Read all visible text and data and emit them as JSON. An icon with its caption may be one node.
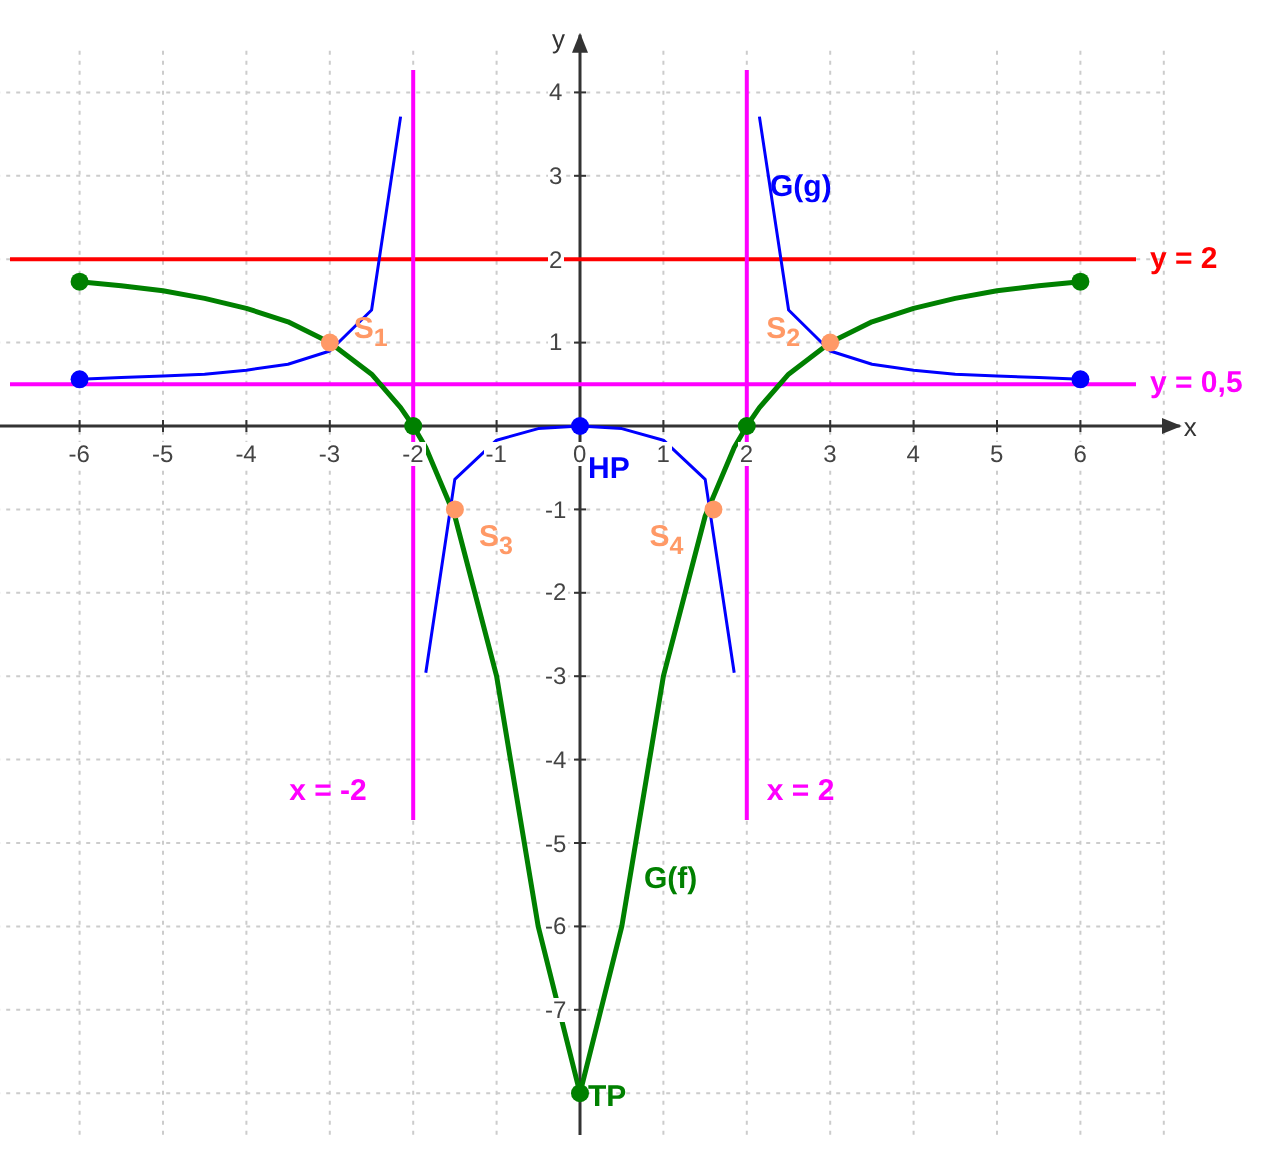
{
  "diagram": {
    "chart_data": {
      "type": "line",
      "xlabel": "x",
      "ylabel": "y",
      "grid": true,
      "x": [
        -6,
        -5.5,
        -5,
        -4.5,
        -4,
        -3.5,
        -3,
        -2.5,
        -2.15,
        -2,
        -1.85,
        -1.5,
        -1,
        -0.5,
        0,
        0.5,
        1,
        1.5,
        1.85,
        2,
        2.15,
        2.5,
        3,
        3.5,
        4,
        4.5,
        5,
        5.5,
        6
      ],
      "series": [
        {
          "name": "G(f)",
          "color": "#008000",
          "values": [
            1.73,
            1.68,
            1.62,
            1.53,
            1.41,
            1.25,
            1,
            0.62,
            0.22,
            0,
            -0.26,
            -1.08,
            -3,
            -6,
            -8,
            -6,
            -3,
            -1.08,
            -0.26,
            0,
            0.22,
            0.62,
            1,
            1.25,
            1.41,
            1.53,
            1.62,
            1.68,
            1.73
          ]
        },
        {
          "name": "G(g)",
          "color": "#0000ff",
          "values": [
            0.56,
            0.58,
            0.6,
            0.62,
            0.67,
            0.74,
            0.9,
            1.39,
            3.71,
            null,
            -2.96,
            -0.64,
            -0.17,
            -0.03,
            0,
            -0.03,
            -0.17,
            -0.64,
            -2.96,
            null,
            3.71,
            1.39,
            0.9,
            0.74,
            0.67,
            0.62,
            0.6,
            0.58,
            0.56
          ]
        }
      ],
      "ref_lines": [
        {
          "axis": "y",
          "value": 2,
          "label": "y = 2",
          "color": "#ff0000"
        },
        {
          "axis": "y",
          "value": 0.5,
          "label": "y = 0,5",
          "color": "#ff00ff"
        },
        {
          "axis": "x",
          "value": -2,
          "label": "x = -2",
          "color": "#ff00ff"
        },
        {
          "axis": "x",
          "value": 2,
          "label": "x = 2",
          "color": "#ff00ff"
        }
      ],
      "annotations": [
        {
          "x": -3,
          "y": 1,
          "text": "S$_{1}$"
        },
        {
          "x": 3,
          "y": 1,
          "text": "S$_{2}$"
        },
        {
          "x": 0,
          "y": 0,
          "text": "HP"
        },
        {
          "x": -1.5,
          "y": -1,
          "text": "S$_{3}$"
        },
        {
          "x": 1.6,
          "y": -1,
          "text": "S$_{4}$"
        },
        {
          "x": 0,
          "y": -8,
          "text": "TP"
        }
      ],
      "xlim": [
        -7,
        7
      ],
      "ylim": [
        -8.5,
        4.5
      ],
      "xticks": [
        -6,
        -5,
        -4,
        -3,
        -2,
        -1,
        0,
        1,
        2,
        3,
        4,
        5,
        6
      ],
      "yticks": [
        -7,
        -6,
        -5,
        -4,
        -3,
        -2,
        -1,
        1,
        2,
        3,
        4
      ]
    }
  }
}
